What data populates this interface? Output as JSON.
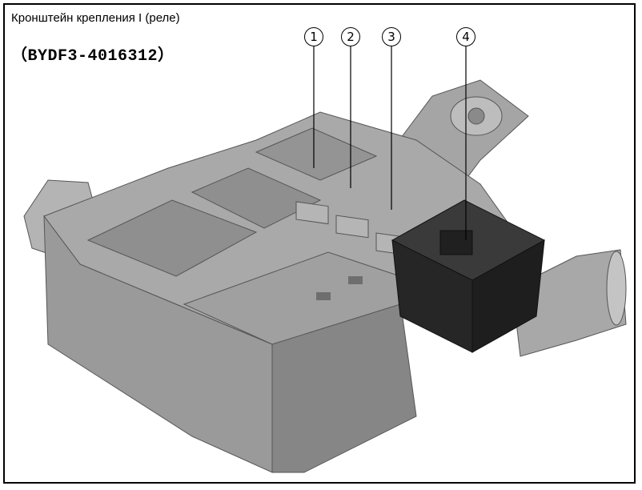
{
  "header": {
    "title": "Кронштейн крепления I (реле)",
    "part_number": "（BYDF3-4016312）"
  },
  "callouts": [
    {
      "label": "1"
    },
    {
      "label": "2"
    },
    {
      "label": "3"
    },
    {
      "label": "4"
    }
  ],
  "colors": {
    "bracket": "#9a9a9a",
    "bracket_dark": "#7d7d7d",
    "bracket_light": "#b8b8b8",
    "relay": "#2e2e2e",
    "leader": "#000000"
  }
}
